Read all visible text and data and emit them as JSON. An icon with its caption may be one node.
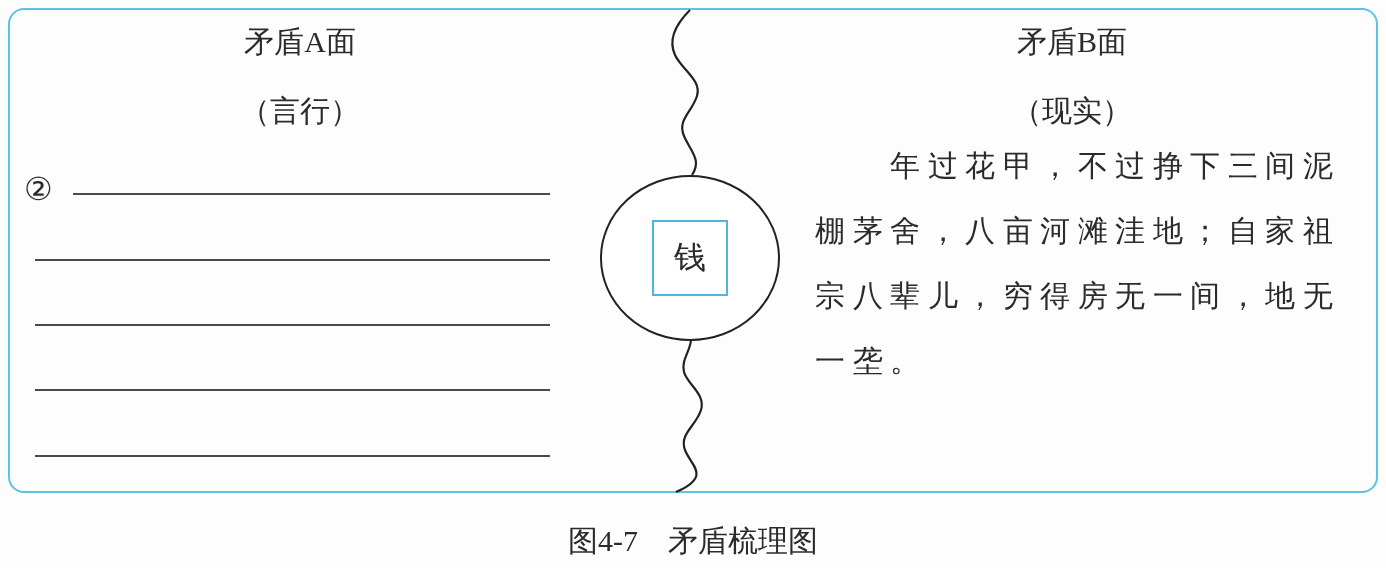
{
  "diagram": {
    "caption": "图4-7　矛盾梳理图",
    "nodes": [
      {
        "text": [
          "矛盾A面",
          "（言行）",
          "②",
          "矛盾B面",
          "（现实）",
          "年过花甲，不过挣下三间泥棚茅舍，八亩河滩洼地；自家祖宗八辈儿，穷得房无一间，地无一垄。"
        ]
      },
      {
        "text": [],
        "shape": "circle",
        "in": 0
      },
      {
        "text": [
          "钱"
        ],
        "in": 1
      }
    ]
  }
}
